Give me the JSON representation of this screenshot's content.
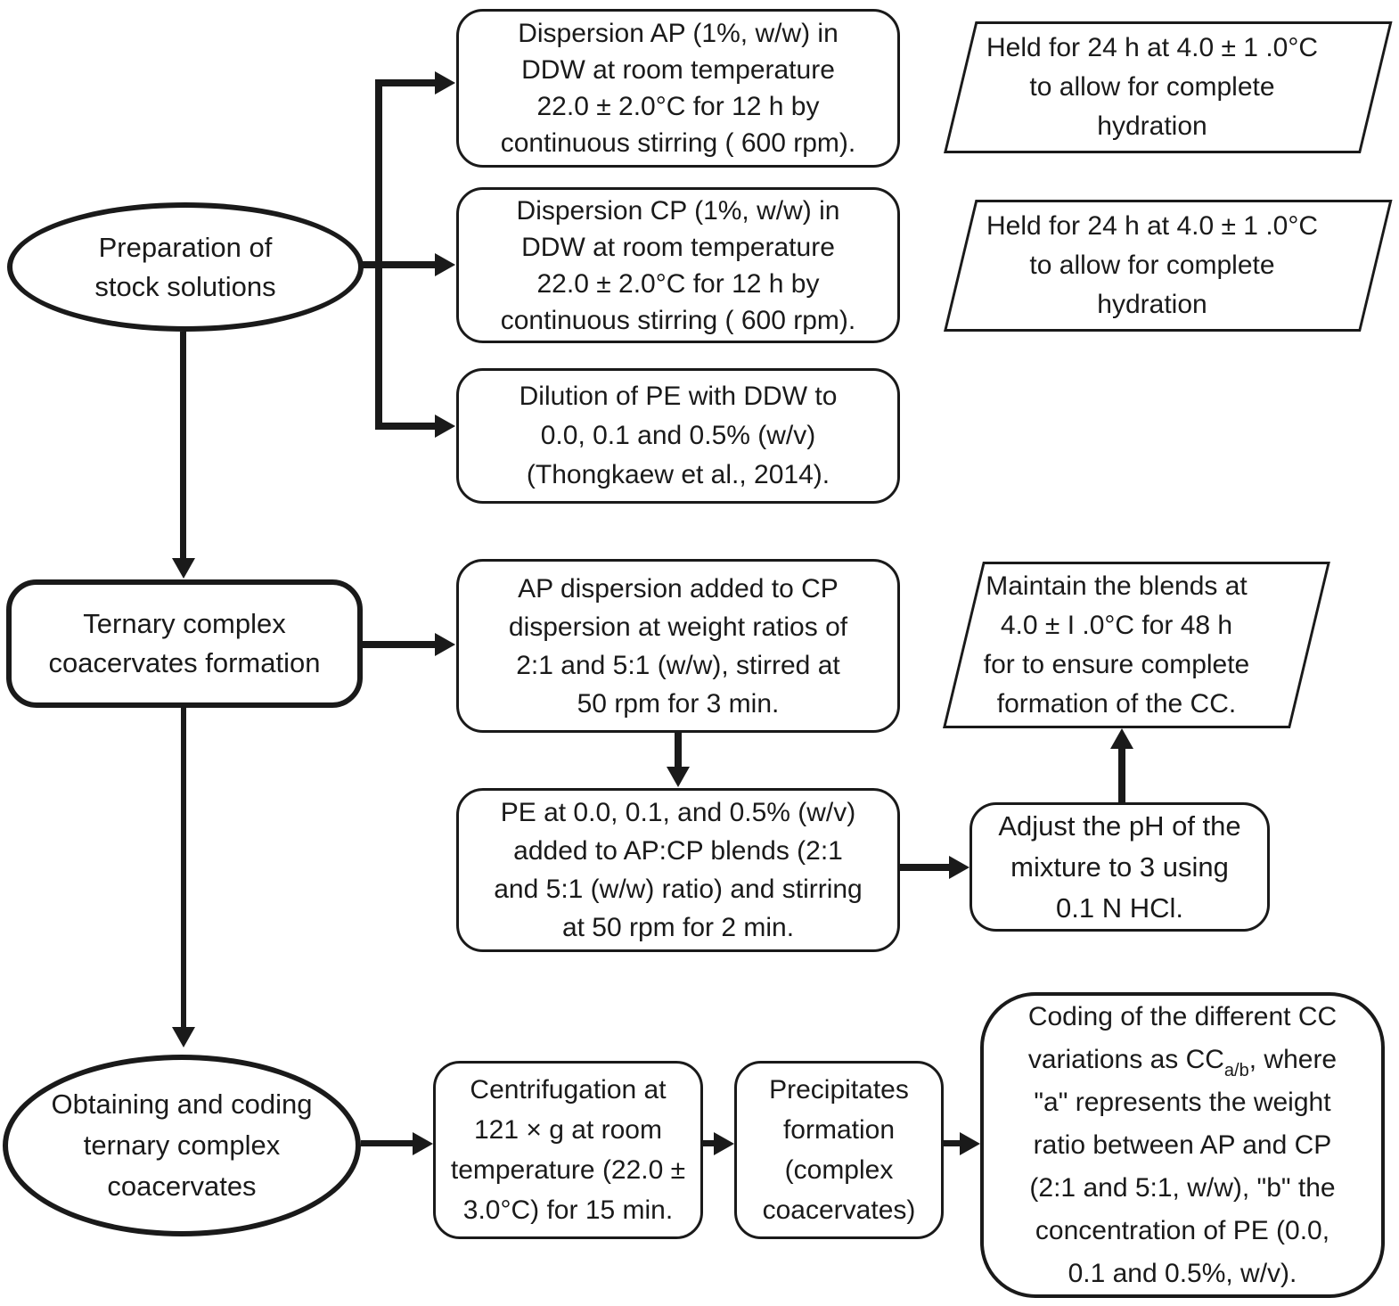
{
  "palette": {
    "stroke": "#1a1a1a",
    "fill": "#ffffff"
  },
  "nodes": {
    "prep_ellipse": {
      "label": "Preparation of\nstock solutions"
    },
    "ap_box": {
      "label": "Dispersion AP (1%, w/w) in\nDDW at room temperature\n22.0 ± 2.0°C for 12 h by\ncontinuous stirring ( 600 rpm)."
    },
    "hydration1": {
      "label": "Held for 24 h at 4.0 ± 1 .0°C\nto allow for complete\nhydration"
    },
    "cp_box": {
      "label": "Dispersion CP (1%, w/w) in\nDDW at room temperature\n22.0 ± 2.0°C for 12 h by\ncontinuous stirring ( 600 rpm)."
    },
    "hydration2": {
      "label": "Held for 24 h at 4.0 ± 1 .0°C\nto allow for complete\nhydration"
    },
    "pe_box": {
      "label": "Dilution of PE with DDW to\n0.0, 0.1 and 0.5% (w/v)\n(Thongkaew et al., 2014)."
    },
    "ternary_box": {
      "label": "Ternary complex\ncoacervates formation"
    },
    "apcp_box": {
      "label": "AP dispersion added to CP\ndispersion at weight ratios of\n2:1 and 5:1 (w/w), stirred at\n50 rpm for 3 min."
    },
    "maintain_para": {
      "label": "Maintain the blends at\n4.0 ± I .0°C for 48 h\nfor to ensure complete\nformation of the CC."
    },
    "peblend_box": {
      "label": "PE at 0.0, 0.1, and 0.5% (w/v)\nadded to AP:CP blends (2:1\nand 5:1 (w/w) ratio) and stirring\nat 50 rpm for 2 min."
    },
    "ph_box": {
      "label": "Adjust the pH of the\nmixture to 3 using\n0.1 N HCl."
    },
    "obtain_ellipse": {
      "label": "Obtaining and coding\nternary complex\ncoacervates"
    },
    "centrifuge_box": {
      "label": "Centrifugation at\n121 × g at room\ntemperature (22.0 ±\n3.0°C) for 15 min."
    },
    "precipitates_box": {
      "label": "Precipitates\nformation\n(complex\ncoacervates)"
    },
    "coding_box": {
      "line1": "Coding of the different CC",
      "line2_pre": "variations as CC",
      "line2_sub": "a/b",
      "line2_post": ", where",
      "rest": "\"a\" represents the weight\nratio between AP and CP\n(2:1 and 5:1, w/w), \"b\" the\nconcentration of PE (0.0,\n0.1 and 0.5%, w/v)."
    }
  }
}
